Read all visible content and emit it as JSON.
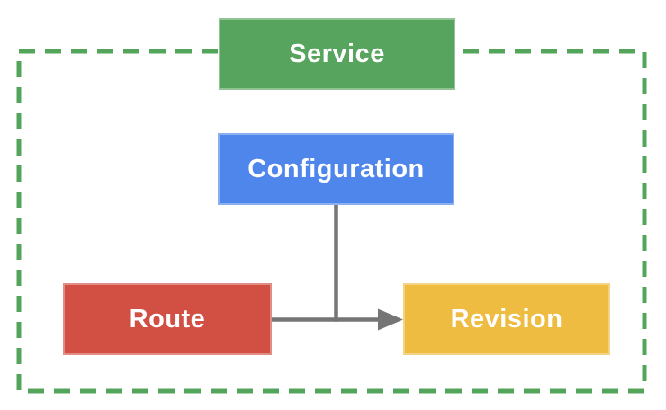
{
  "diagram": {
    "boundary": {
      "stroke": "#53A55B",
      "style": "dashed"
    },
    "connector": {
      "stroke": "#757575"
    },
    "text_color": "#FFFFFF",
    "nodes": [
      {
        "id": "service",
        "label": "Service",
        "fill": "#56A45D"
      },
      {
        "id": "configuration",
        "label": "Configuration",
        "fill": "#4E86EC"
      },
      {
        "id": "route",
        "label": "Route",
        "fill": "#D14F43"
      },
      {
        "id": "revision",
        "label": "Revision",
        "fill": "#EFBC42"
      }
    ],
    "edges": [
      {
        "from": "configuration",
        "to": "route-revision-connector",
        "type": "line"
      },
      {
        "from": "route",
        "to": "revision",
        "type": "arrow"
      }
    ]
  }
}
